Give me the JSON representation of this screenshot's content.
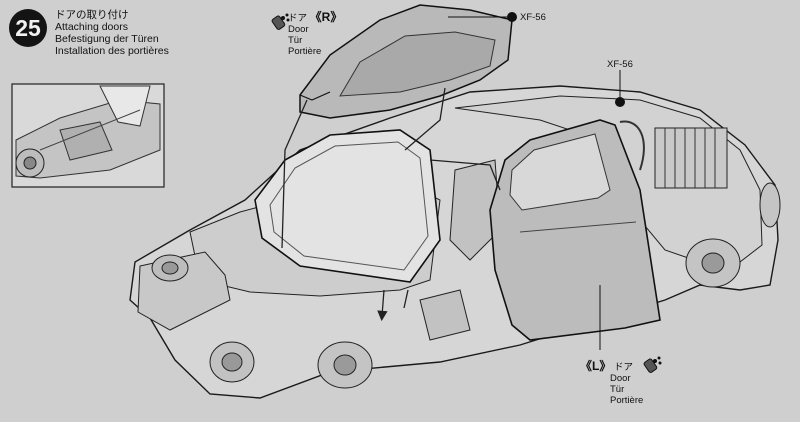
{
  "step": {
    "number": "25",
    "titles": [
      "ドアの取り付け",
      "Attaching doors",
      "Befestigung der Türen",
      "Installation des portières"
    ]
  },
  "door_right": {
    "side_mark": "《R》",
    "names": [
      "ドア",
      "Door",
      "Tür",
      "Portière"
    ],
    "part_ref": "XF-56"
  },
  "door_left": {
    "side_mark": "《L》",
    "names": [
      "ドア",
      "Door",
      "Tür",
      "Portière"
    ],
    "part_ref": "XF-56"
  },
  "icons": [
    "step-number-badge",
    "paint-spray-icon",
    "paint-dot-marker",
    "assembly-arrow"
  ],
  "colors": {
    "background": "#cfcfcf",
    "door_fill": "#b9b9b9",
    "ink": "#111111"
  }
}
